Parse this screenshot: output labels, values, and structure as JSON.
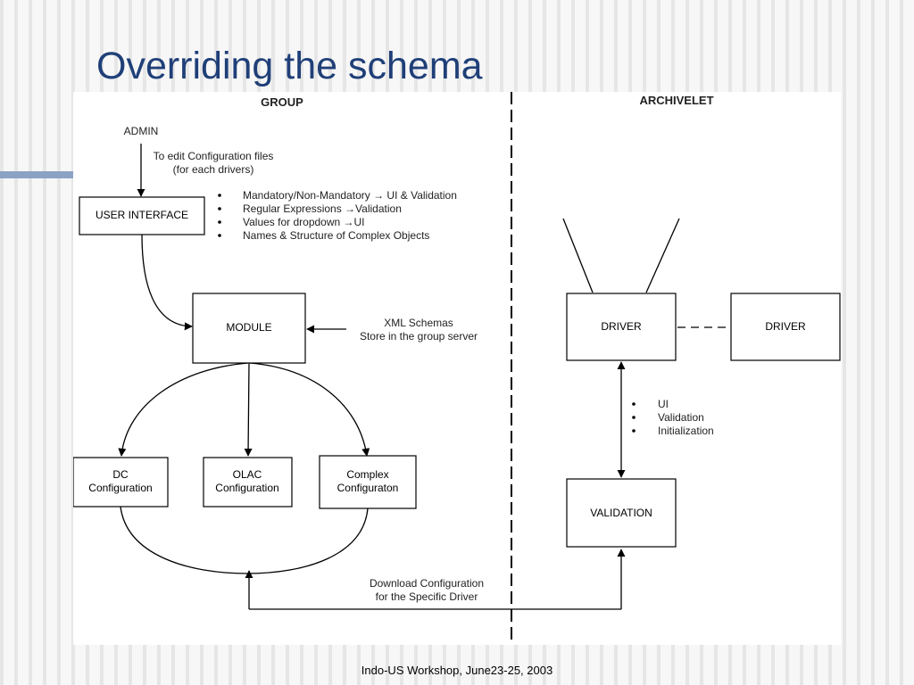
{
  "slide": {
    "title": "Overriding the schema",
    "footer": "Indo-US Workshop, June23-25, 2003"
  },
  "diagram": {
    "group_header": "GROUP",
    "archivelet_header": "ARCHIVELET",
    "admin_label": "ADMIN",
    "edit_note": [
      "To edit Configuration files",
      "(for each drivers)"
    ],
    "ui_box": "USER INTERFACE",
    "ui_bullets": [
      "Mandatory/Non-Mandatory → UI & Validation",
      "Regular Expressions →Validation",
      "Values for dropdown →UI",
      "Names & Structure of Complex Objects"
    ],
    "module_box": "MODULE",
    "xml_note": [
      "XML Schemas",
      "Store in the group server"
    ],
    "dc_box": [
      "DC",
      "Configuration"
    ],
    "olac_box": [
      "OLAC",
      "Configuration"
    ],
    "complex_box": [
      "Complex",
      "Configuraton"
    ],
    "download_note": [
      "Download Configuration",
      "for the Specific Driver"
    ],
    "driver_box": "DRIVER",
    "driver2_box": "DRIVER",
    "validation_box": "VALIDATION",
    "driver_bullets": [
      "UI",
      "Validation",
      "Initialization"
    ]
  }
}
